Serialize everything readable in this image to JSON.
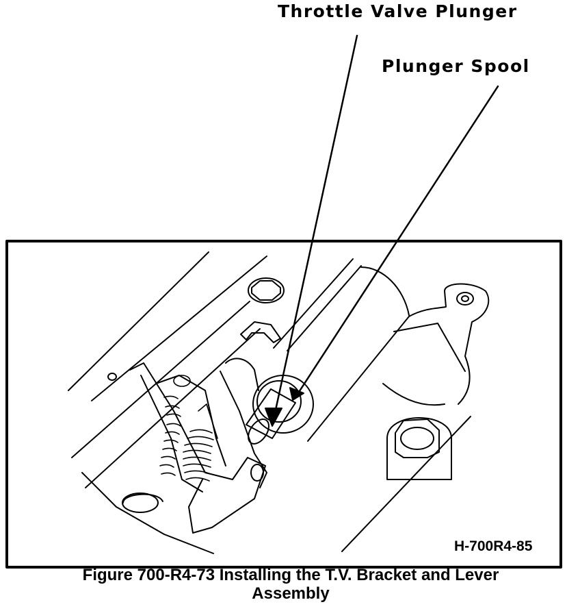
{
  "labels": {
    "throttle_valve_plunger": "Throttle Valve Plunger",
    "plunger_spool": "Plunger Spool"
  },
  "figure": {
    "ref_code": "H-700R4-85",
    "caption_line1": "Figure 700-R4-73 Installing the T.V. Bracket and Lever",
    "caption_line2": "Assembly"
  },
  "colors": {
    "ink": "#000000",
    "paper": "#ffffff"
  }
}
